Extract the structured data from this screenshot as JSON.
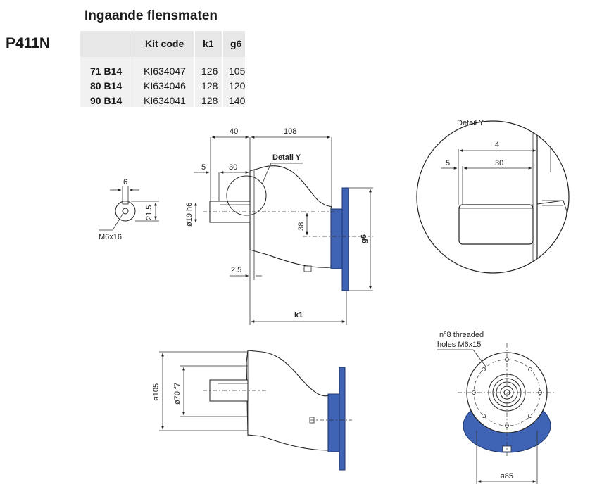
{
  "heading": "Ingaande flensmaten",
  "model": "P411N",
  "table": {
    "headers": [
      "",
      "Kit code",
      "k1",
      "g6"
    ],
    "rows": [
      [
        "71 B14",
        "KI634047",
        "126",
        "105"
      ],
      [
        "80 B14",
        "KI634046",
        "128",
        "120"
      ],
      [
        "90 B14",
        "KI634041",
        "128",
        "140"
      ]
    ]
  },
  "drawing": {
    "side_view": {
      "dim_40": "40",
      "dim_108": "108",
      "detail_label": "Detail Y",
      "dim_5": "5",
      "dim_30": "30",
      "shaft_dia": "ø19 h6",
      "dim_38": "38",
      "dim_2_5": "2.5",
      "k1": "k1",
      "g6": "g6"
    },
    "shaft_end": {
      "key_width": "6",
      "height": "21.5",
      "thread": "M6x16"
    },
    "detail_y": {
      "title": "Detail Y",
      "dim_4": "4",
      "dim_5": "5",
      "dim_30": "30"
    },
    "lower_view": {
      "dia_105": "ø105",
      "dia_70": "ø70 f7"
    },
    "front_view": {
      "holes_line1": "n°8 threaded",
      "holes_line2": "holes M6x15",
      "dia_85": "ø85"
    },
    "colors": {
      "flange": "#3f63b5"
    }
  }
}
